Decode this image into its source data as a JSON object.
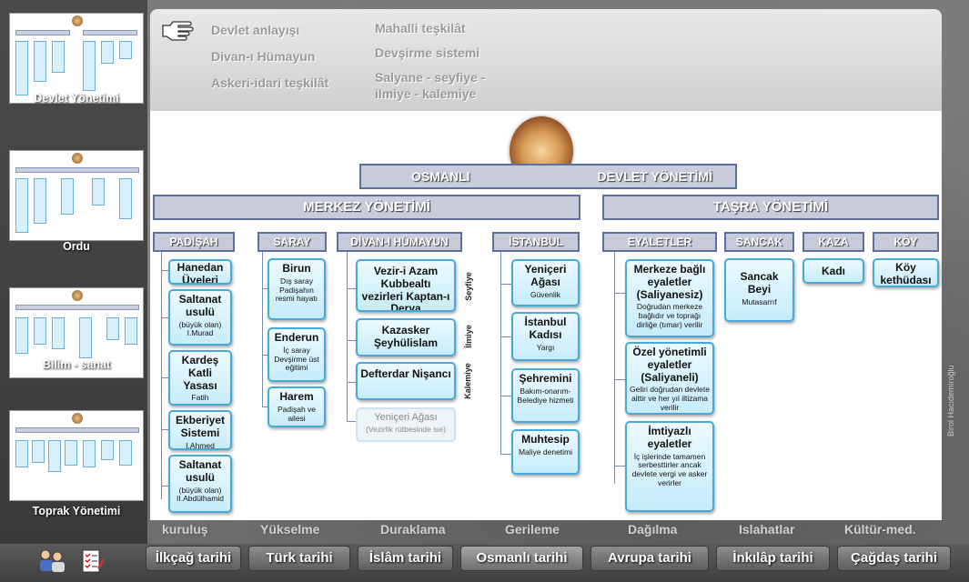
{
  "sidebar": {
    "items": [
      {
        "label": "Devlet Yönetimi"
      },
      {
        "label": "Ordu"
      },
      {
        "label": "Bilim - sanat"
      },
      {
        "label": "Toprak Yönetimi"
      }
    ]
  },
  "header": {
    "col1": [
      "Devlet anlayışı",
      "Divan-ı Hümayun",
      "Askeri-idari teşkilât"
    ],
    "col2": [
      "Mahalli teşkilât",
      "Devşirme sistemi",
      "Salyane - seyfiye -",
      "ilmiye - kalemiye"
    ]
  },
  "chart": {
    "title_left": "OSMANLI",
    "title_right": "DEVLET YÖNETİMİ",
    "merkez": "MERKEZ YÖNETİMİ",
    "tasra": "TAŞRA YÖNETİMİ",
    "headers": {
      "padisah": "PADİŞAH",
      "saray": "SARAY",
      "divan": "DİVAN-I HÜMAYUN",
      "istanbul": "İSTANBUL",
      "eyaletler": "EYALETLER",
      "sancak": "SANCAK",
      "kaza": "KAZA",
      "koy": "KÖY"
    },
    "padisah": [
      {
        "t": "Hanedan Üyeleri",
        "s": ""
      },
      {
        "t": "Saltanat usulü",
        "s": "(büyük olan) I.Murad"
      },
      {
        "t": "Kardeş Katli Yasası",
        "s": "Fatih"
      },
      {
        "t": "Ekberiyet Sistemi",
        "s": "I.Ahmed"
      },
      {
        "t": "Saltanat usulü",
        "s": "(büyük olan) II.Abdülhamid"
      }
    ],
    "saray": [
      {
        "t": "Birun",
        "s": "Dış saray Padişahın resmi hayatı"
      },
      {
        "t": "Enderun",
        "s": "İç saray Devşirme üst eğitimi"
      },
      {
        "t": "Harem",
        "s": "Padişah ve ailesi"
      }
    ],
    "divan": [
      {
        "t": "Vezir-i Azam Kubbealtı vezirleri Kaptan-ı Derya",
        "s": ""
      },
      {
        "t": "Kazasker Şeyhülislam",
        "s": ""
      },
      {
        "t": "Defterdar Nişancı",
        "s": ""
      }
    ],
    "divan_ghost": {
      "t": "Yeniçeri Ağası",
      "s": "(Vezirlik rütbesinde ise)"
    },
    "divan_side": [
      "Seyfiye",
      "İlmiye",
      "Kalemiye"
    ],
    "istanbul": [
      {
        "t": "Yeniçeri Ağası",
        "s": "Güvenlik"
      },
      {
        "t": "İstanbul Kadısı",
        "s": "Yargı"
      },
      {
        "t": "Şehremini",
        "s": "Bakım-onarım-Belediye hizmeti"
      },
      {
        "t": "Muhtesip",
        "s": "Maliye denetimi"
      }
    ],
    "eyaletler": [
      {
        "t": "Merkeze bağlı eyaletler (Saliyanesiz)",
        "s": "Doğrudan merkeze bağlıdır ve toprağı dirliğe (tımar) verilir"
      },
      {
        "t": "Özel yönetimli eyaletler (Saliyaneli)",
        "s": "Geliri doğrudan devlete aittir ve her yıl iltizama verilir"
      },
      {
        "t": "İmtiyazlı eyaletler",
        "s": "İç işlerinde tamamen serbesttirler ancak devlete vergi ve asker verirler"
      }
    ],
    "sancak": {
      "t": "Sancak Beyi",
      "s": "Mutasarrıf"
    },
    "kaza": {
      "t": "Kadı",
      "s": ""
    },
    "koy": {
      "t": "Köy kethüdası",
      "s": ""
    }
  },
  "eras": [
    "kuruluş",
    "Yükselme",
    "Duraklama",
    "Gerileme",
    "Dağılma",
    "Islahatlar",
    "Kültür-med."
  ],
  "tabs": [
    "İlkçağ tarihi",
    "Türk tarihi",
    "İslâm tarihi",
    "Osmanlı tarihi",
    "Avrupa tarihi",
    "İnkılâp tarihi",
    "Çağdaş tarihi"
  ],
  "credit": "Birol Hacıdemiroğlu",
  "colors": {
    "box_border": "#47a9d8",
    "banner_border": "#5d6ea0",
    "banner_fill": "#c7cbda"
  }
}
